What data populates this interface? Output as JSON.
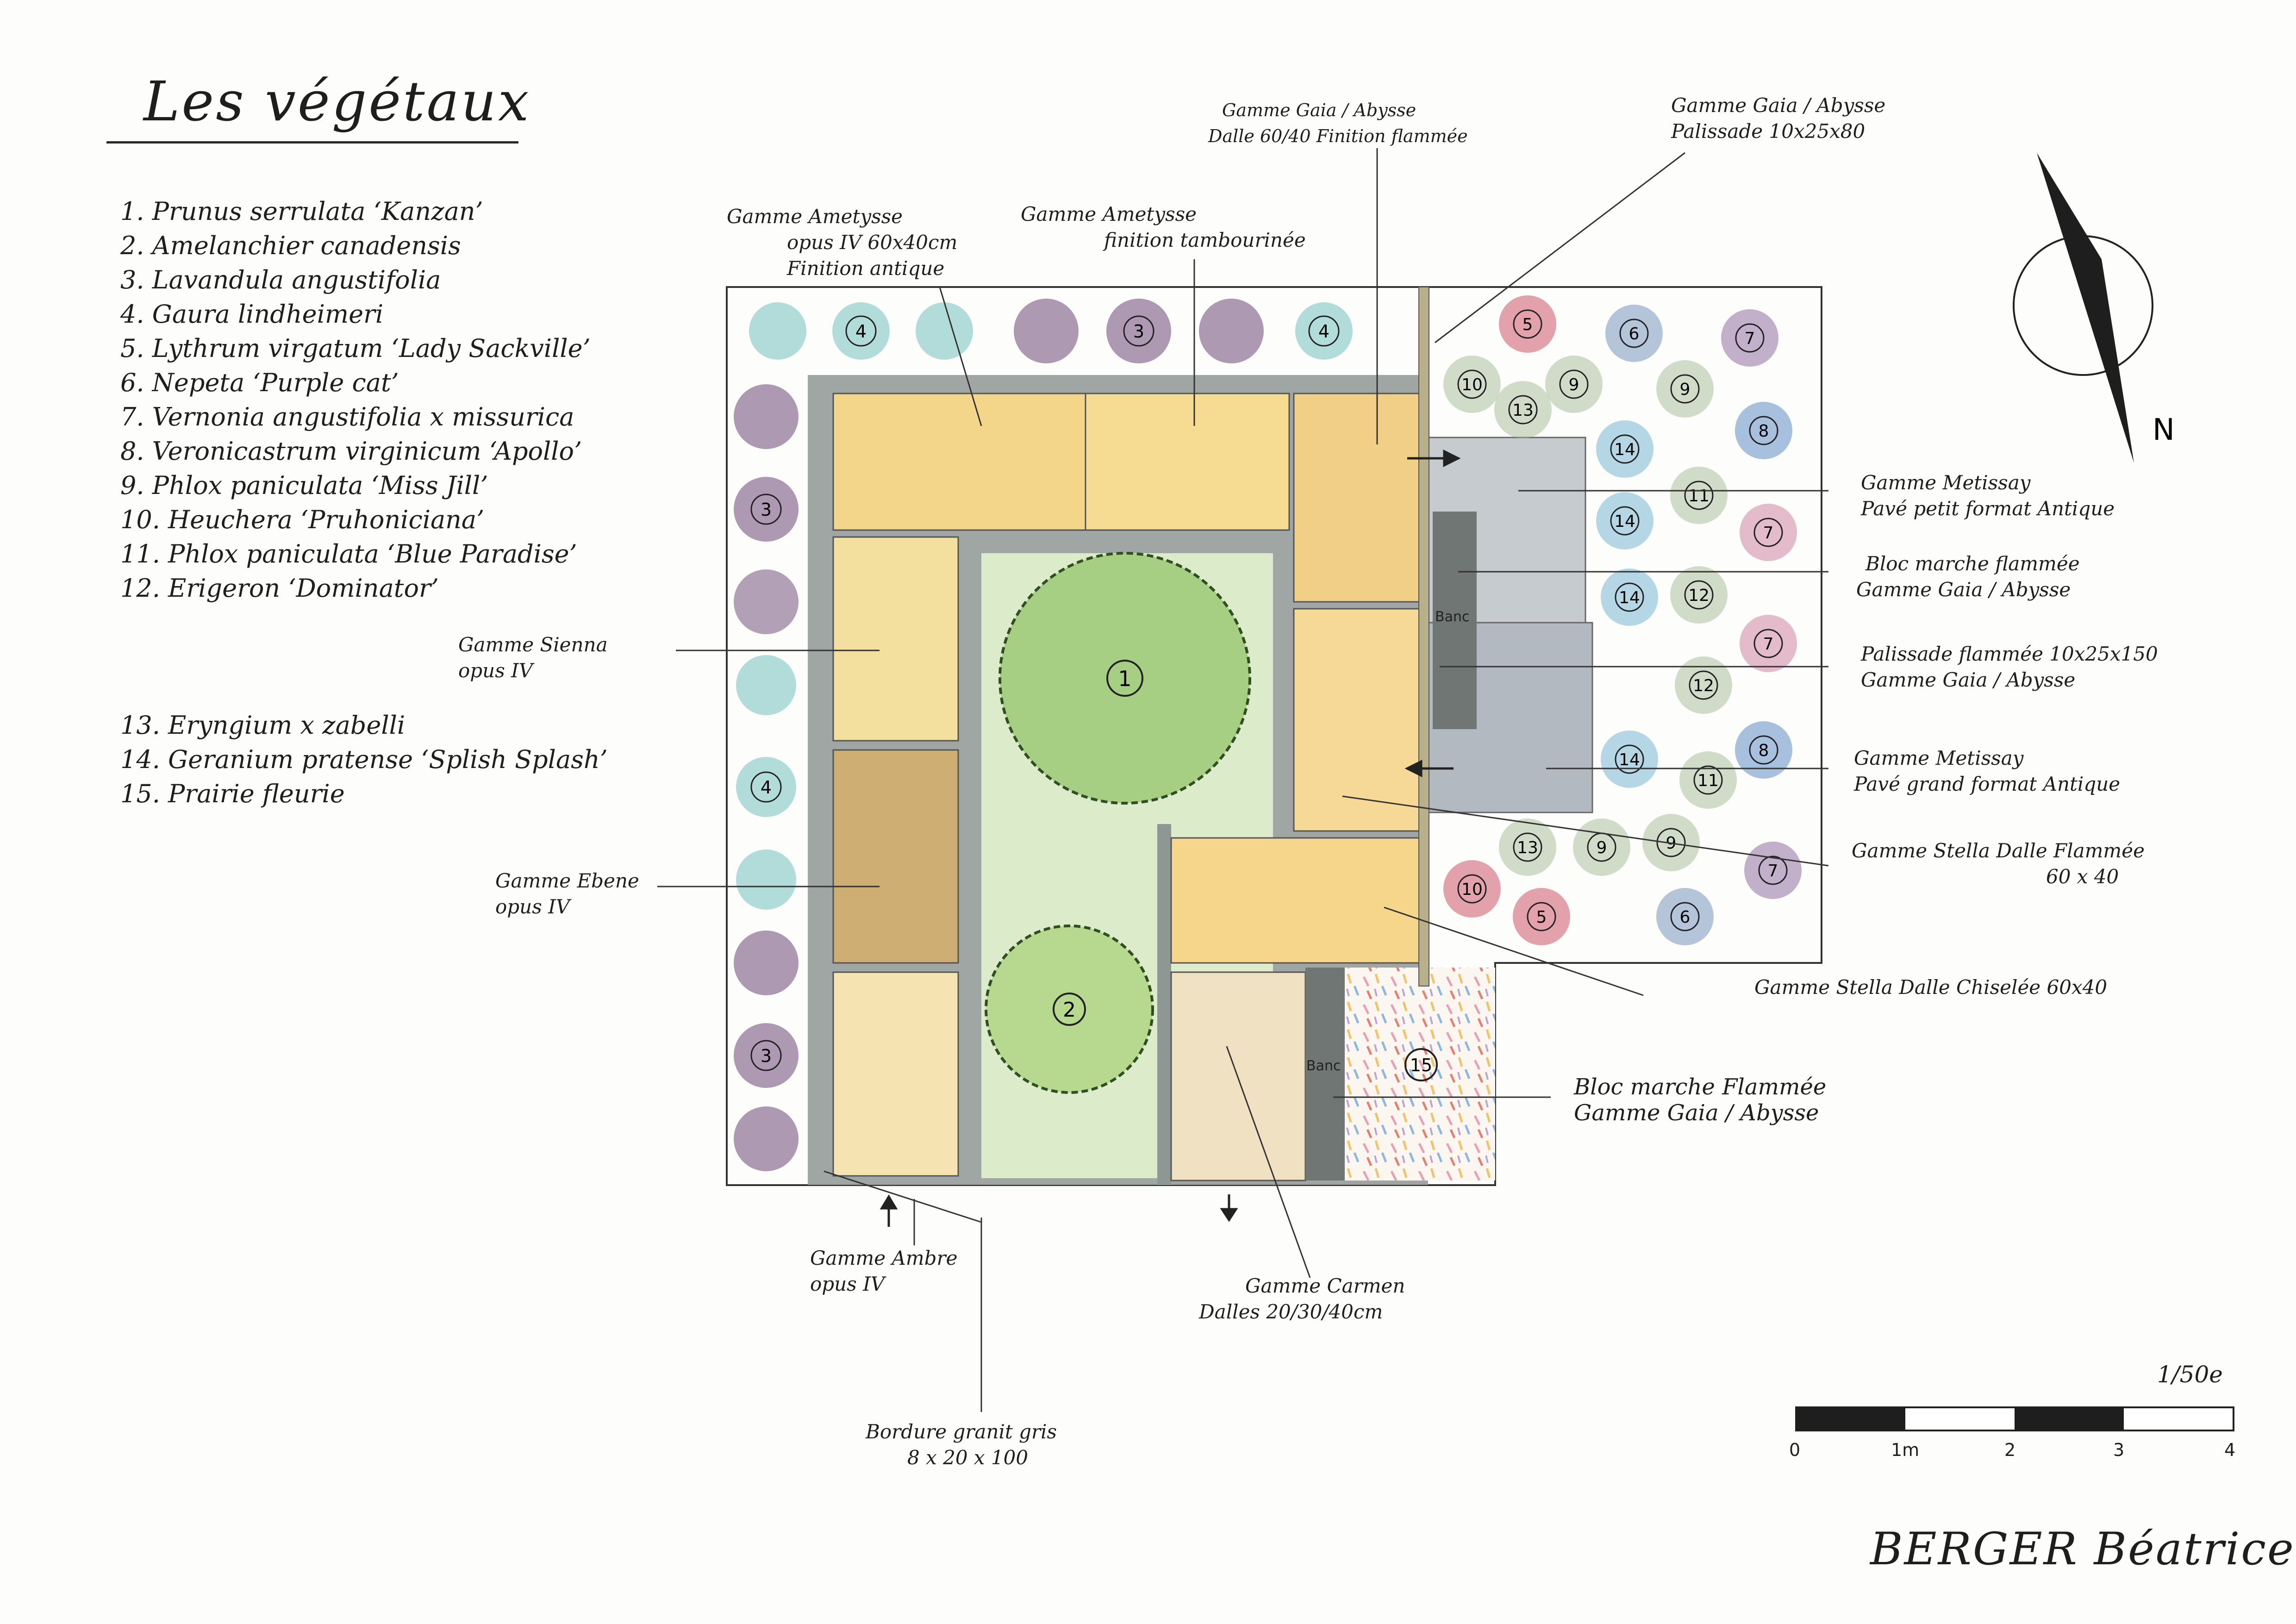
{
  "title": "Les végétaux",
  "plants": [
    "1. Prunus serrulata ‘Kanzan’",
    "2. Amelanchier canadensis",
    "3. Lavandula angustifolia",
    "4. Gaura lindheimeri",
    "5. Lythrum virgatum ‘Lady Sackville’",
    "6. Nepeta ‘Purple cat’",
    "7. Vernonia angustifolia x missurica",
    "8. Veronicastrum virginicum ‘Apollo’",
    "9. Phlox paniculata ‘Miss Jill’",
    "10. Heuchera ‘Pruhoniciana’",
    "11. Phlox paniculata ‘Blue Paradise’",
    "12. Erigeron ‘Dominator’"
  ],
  "plants_extra": [
    "13. Eryngium x zabelli",
    "14. Geranium pratense ‘Splish Splash’",
    "15. Prairie fleurie"
  ],
  "labels": {
    "ametysse_antique": [
      "Gamme Ametysse",
      "opus IV 60x40cm",
      "Finition antique"
    ],
    "ametysse_tambourinee": [
      "Gamme Ametysse",
      "finition tambourinée"
    ],
    "gaia_dalle": [
      "Gamme Gaia / Abysse",
      "Dalle 60/40 Finition flammée"
    ],
    "gaia_palissade": [
      "Gamme Gaia / Abysse",
      "Palissade 10x25x80"
    ],
    "sienna": [
      "Gamme Sienna",
      "opus IV"
    ],
    "ebene": [
      "Gamme Ebene",
      "opus IV"
    ],
    "ambre": [
      "Gamme Ambre",
      "opus IV"
    ],
    "bordure": [
      "Bordure granit gris",
      "8 x 20 x 100"
    ],
    "carmen": [
      "Gamme Carmen",
      "Dalles 20/30/40cm"
    ],
    "metissay_petit": [
      "Gamme Metissay",
      "Pavé petit format Antique"
    ],
    "bloc_marche_1": [
      "Bloc marche flammée",
      "Gamme Gaia / Abysse"
    ],
    "palissade_flammee": [
      "Palissade flammée 10x25x150",
      "Gamme Gaia / Abysse"
    ],
    "metissay_grand": [
      "Gamme Metissay",
      "Pavé grand format Antique"
    ],
    "stella_flammee": [
      "Gamme Stella Dalle Flammée",
      "60 x 40"
    ],
    "stella_chiselee": [
      "Gamme Stella Dalle Chiselée 60x40"
    ],
    "bloc_marche_2": [
      "Bloc marche Flammée",
      "Gamme Gaia / Abysse"
    ]
  },
  "bench_label": "Banc",
  "north_label": "N",
  "scale": {
    "ratio": "1/50e",
    "ticks": [
      "0",
      "1m",
      "2",
      "3",
      "4"
    ]
  },
  "author": "BERGER Béatrice",
  "plan_numbers": {
    "tree1": "1",
    "tree2": "2",
    "prairie": "15",
    "left_border": [
      "3",
      "4",
      "3"
    ],
    "top_border": [
      "4",
      "3",
      "4"
    ],
    "right_bed": [
      "5",
      "6",
      "7",
      "10",
      "13",
      "9",
      "9",
      "8",
      "14",
      "11",
      "7",
      "14",
      "12",
      "7",
      "14",
      "12",
      "14",
      "11",
      "8",
      "13",
      "9",
      "9",
      "7",
      "10",
      "5",
      "6"
    ]
  },
  "colors": {
    "paving_yellow": "#f3d68a",
    "paving_ochre": "#d9b574",
    "lawn": "#dceccb",
    "tree": "#a7cf84",
    "stone_grey": "#8e9794",
    "metissay": "#c6cbd0",
    "lavender": "#8a6e92",
    "gaura": "#7fc7c2"
  }
}
